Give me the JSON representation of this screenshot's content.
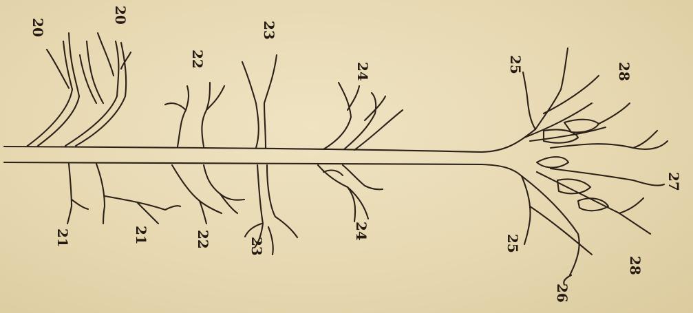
{
  "figure": {
    "labels": {
      "top_20a": "20",
      "top_20b": "20",
      "top_22": "22",
      "top_23": "23",
      "top_24": "24",
      "top_25": "25",
      "top_28": "28",
      "bot_21a": "21",
      "bot_21b": "21",
      "bot_22": "22",
      "bot_23": "23",
      "bot_24": "24",
      "bot_25": "25",
      "bot_26": "26",
      "bot_27": "27",
      "bot_28": "28"
    },
    "colors": {
      "paper": "#e9dcb8",
      "ink": "#2b2118"
    }
  }
}
